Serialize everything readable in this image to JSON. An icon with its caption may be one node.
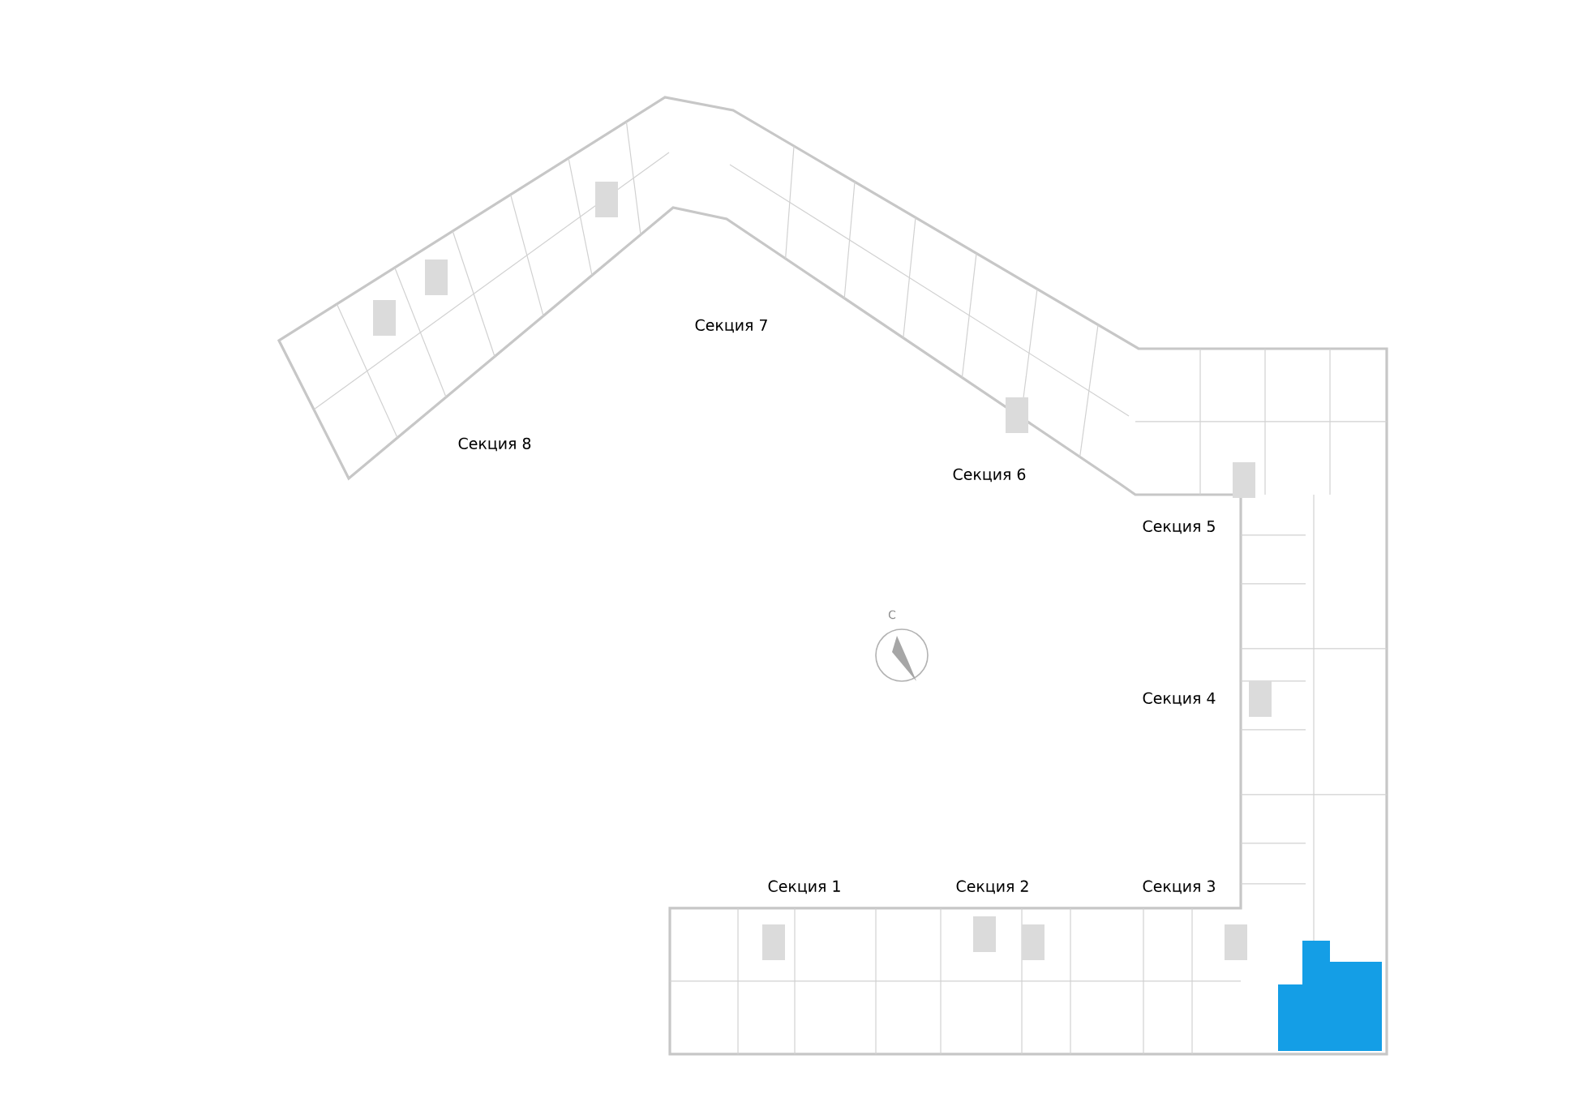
{
  "diagram": {
    "labels": [
      "Секция 7",
      "Секция 8",
      "Секция 6",
      "Секция 5",
      "С",
      "Секция 4",
      "Секция 1",
      "Секция 2",
      "Секция 3"
    ]
  }
}
